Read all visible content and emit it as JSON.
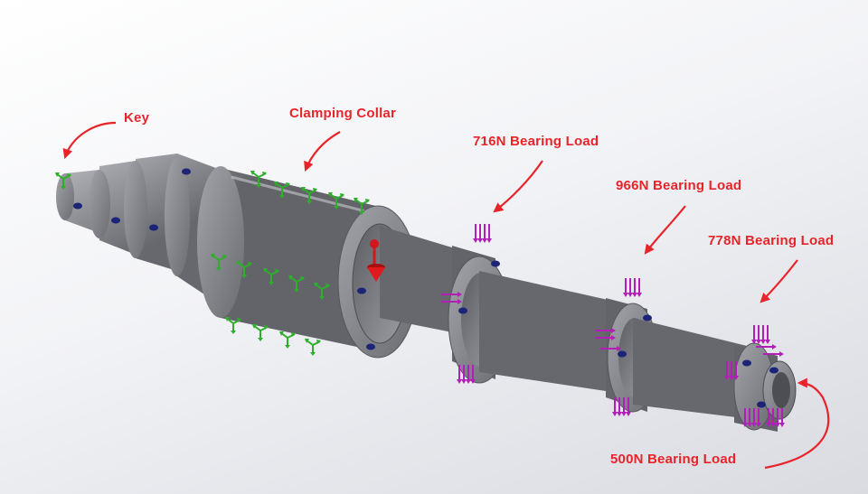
{
  "colors": {
    "annotation": "#e8242a",
    "shaft_body": "#8d8f94",
    "shaft_light": "#a7a9ad",
    "shaft_dark": "#5e6065",
    "fixture": "#2fae2b",
    "bearing_load": "#b21fb8",
    "remote_load": "#d4161a",
    "constraint_marker": "#1c2478"
  },
  "labels": {
    "key": "Key",
    "clamping_collar": "Clamping Collar",
    "load_716": "716N Bearing Load",
    "load_966": "966N Bearing Load",
    "load_778": "778N Bearing Load",
    "load_500": "500N Bearing Load"
  }
}
